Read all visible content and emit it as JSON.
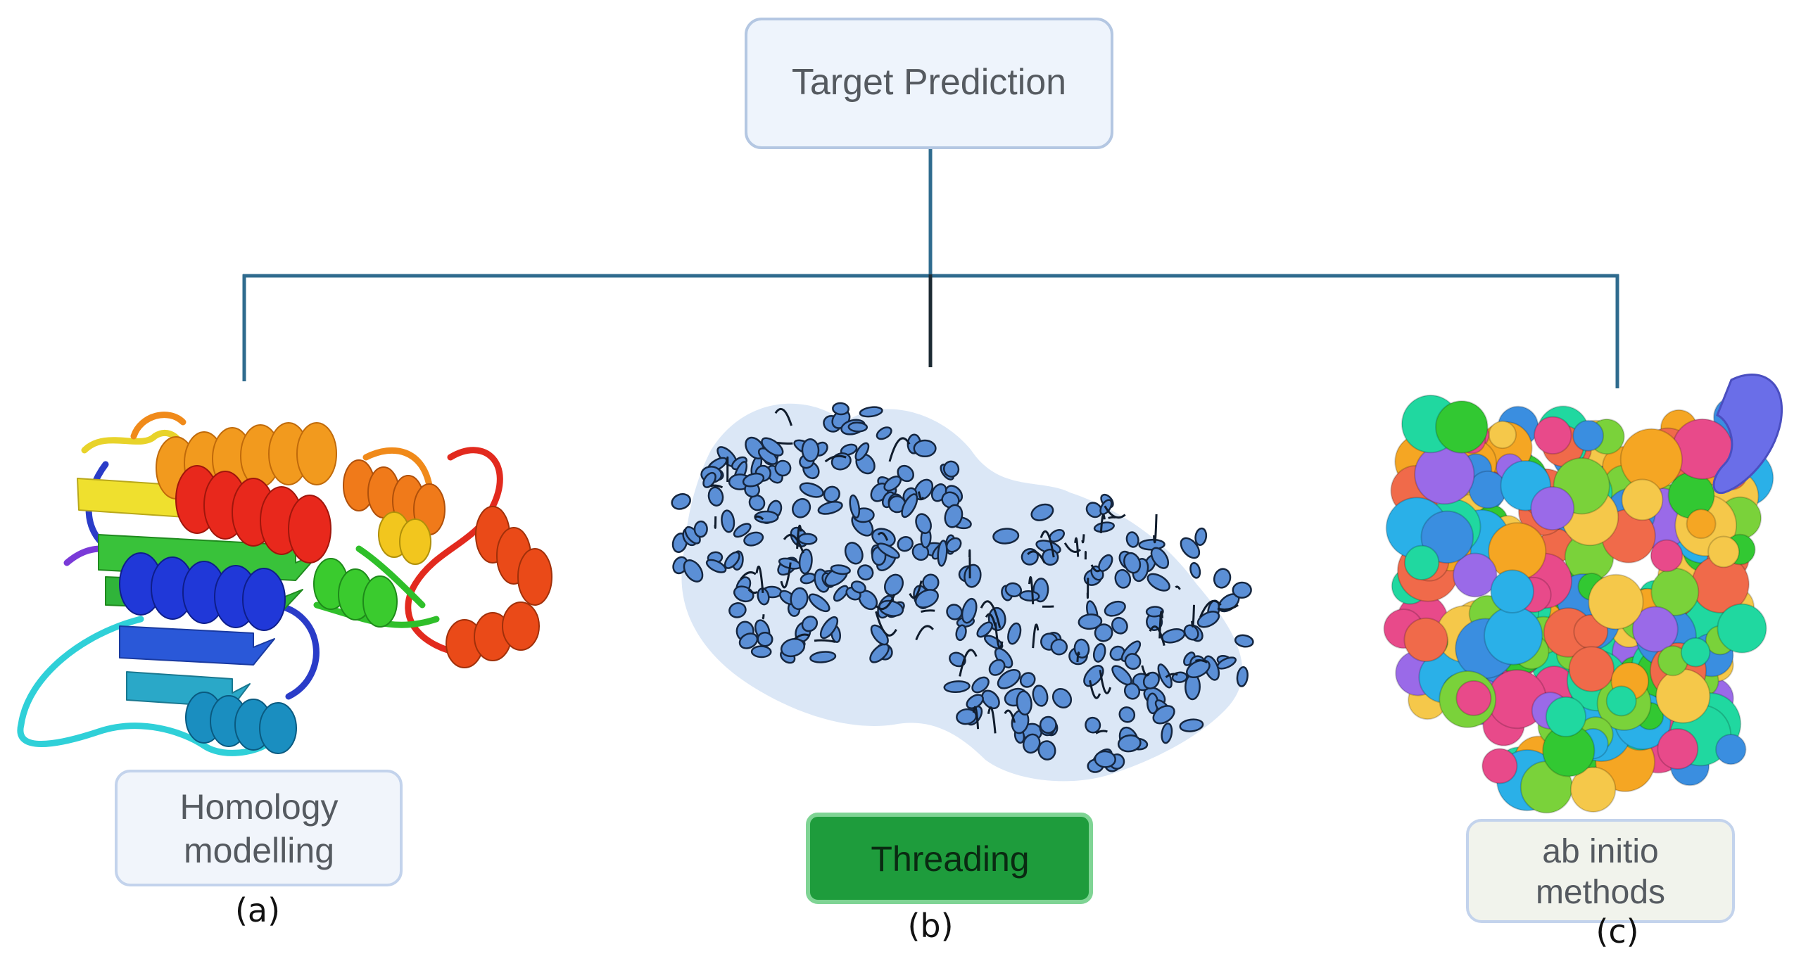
{
  "root": {
    "label": "Target Prediction"
  },
  "methods": [
    {
      "label_line1": "Homology",
      "label_line2": "modelling",
      "caption": "(a)"
    },
    {
      "label_line1": "Threading",
      "caption": "(b)"
    },
    {
      "label_line1": "ab initio",
      "label_line2": "methods",
      "caption": "(c)"
    }
  ],
  "colors": {
    "connector": "#2f6b8e",
    "root_box_fill": "#eef4fc",
    "root_box_stroke": "#b4c7e2",
    "homology_box_fill": "#f1f5fb",
    "threading_box_fill": "#1e9c3c",
    "threading_text": "#0a2a12",
    "abinitio_box_fill": "#f1f3ec",
    "threading_structure": "#5b8fd6"
  },
  "icons": {
    "structure_a": "rainbow-ribbon-protein-structure",
    "structure_b": "blue-cartoon-protein-structure",
    "structure_c": "multicolor-surface-protein-structure"
  }
}
